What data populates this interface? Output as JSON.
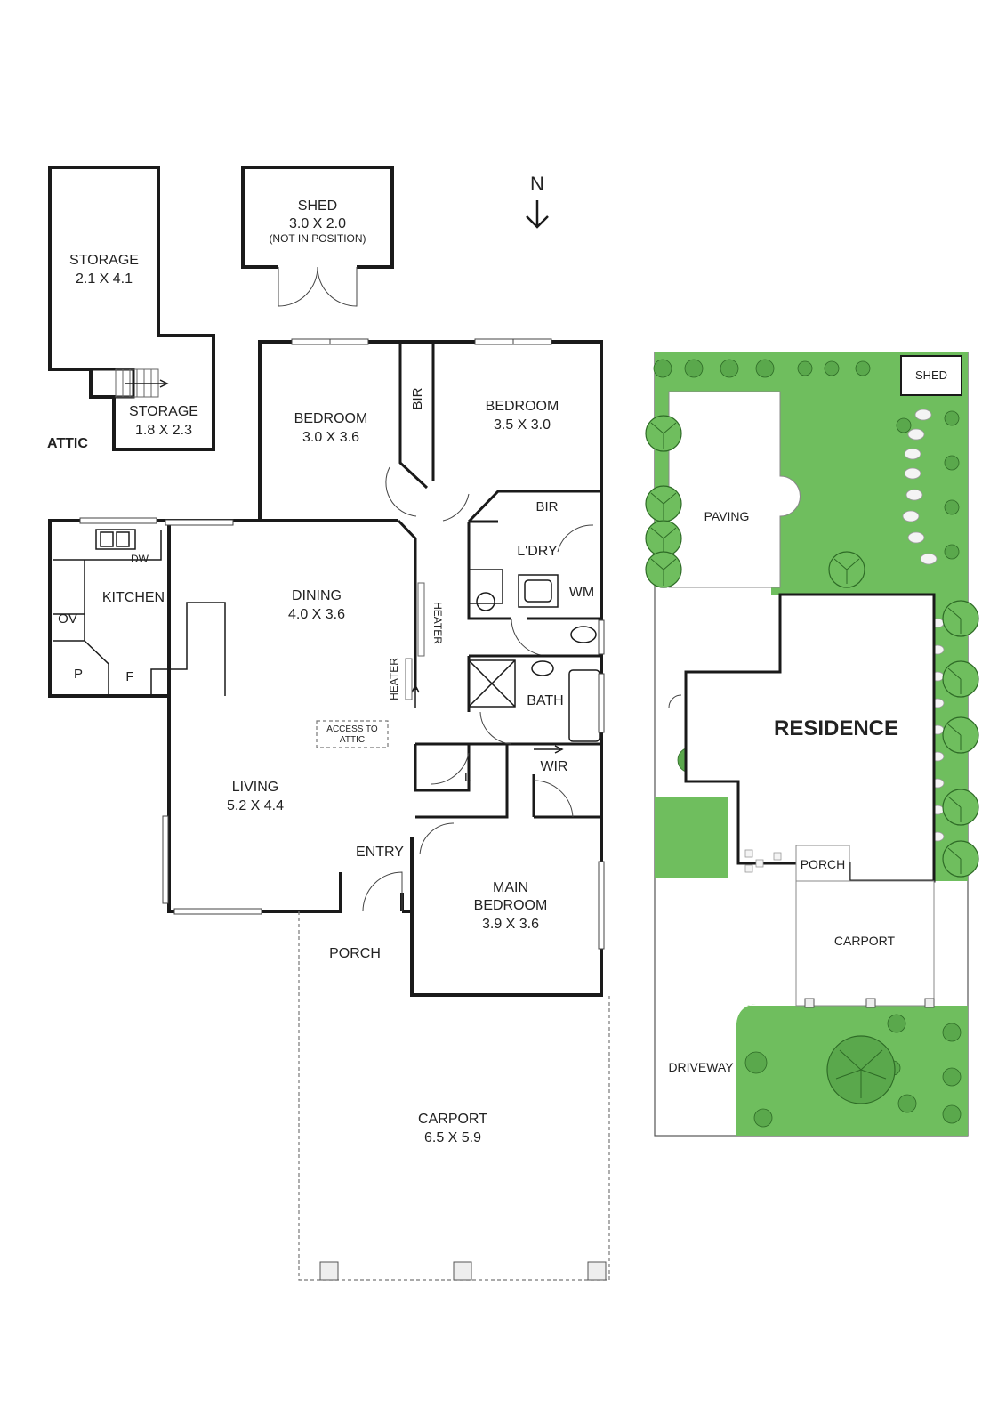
{
  "compass": {
    "label": "N"
  },
  "attic": {
    "label": "ATTIC",
    "storage_1": {
      "name": "STORAGE",
      "size": "2.1 X 4.1"
    },
    "storage_2": {
      "name": "STORAGE",
      "size": "1.8 X 2.3"
    }
  },
  "shed": {
    "name": "SHED",
    "size": "3.0 X 2.0",
    "note": "(NOT IN POSITION)"
  },
  "rooms": {
    "bedroom_1": {
      "name": "BEDROOM",
      "size": "3.0 X 3.6"
    },
    "bedroom_2": {
      "name": "BEDROOM",
      "size": "3.5 X 3.0"
    },
    "bir_1": "BIR",
    "bir_2": "BIR",
    "laundry": "L'DRY",
    "wm": "WM",
    "kitchen": "KITCHEN",
    "dw": "DW",
    "ov": "OV",
    "pantry": "P",
    "fridge": "F",
    "dining": {
      "name": "DINING",
      "size": "4.0 X 3.6"
    },
    "heater_1": "HEATER",
    "heater_2": "HEATER",
    "attic_access": {
      "line1": "ACCESS TO",
      "line2": "ATTIC"
    },
    "bath": "BATH",
    "linen": "L",
    "wir": "WIR",
    "living": {
      "name": "LIVING",
      "size": "5.2 X 4.4"
    },
    "entry": "ENTRY",
    "main_bedroom": {
      "line1": "MAIN",
      "line2": "BEDROOM",
      "size": "3.9 X 3.6"
    },
    "porch": "PORCH",
    "carport": {
      "name": "CARPORT",
      "size": "6.5 X 5.9"
    }
  },
  "site": {
    "shed": "SHED",
    "paving": "PAVING",
    "residence": "RESIDENCE",
    "porch": "PORCH",
    "carport": "CARPORT",
    "driveway": "DRIVEWAY"
  },
  "colors": {
    "wall": "#1a1a1a",
    "lawn": "#6fbe5e",
    "tree_outline": "#2e6b26",
    "background": "#ffffff"
  }
}
